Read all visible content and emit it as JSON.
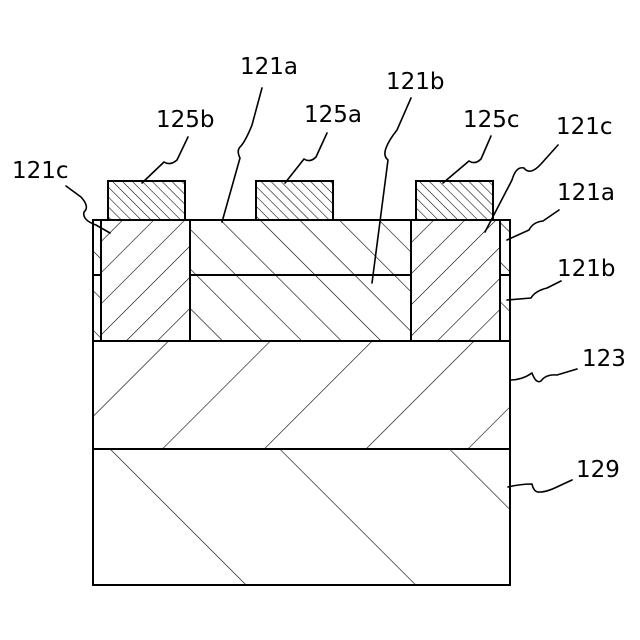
{
  "figure": {
    "labels": {
      "l_121a_top": "121a",
      "l_121b_top": "121b",
      "l_125b": "125b",
      "l_125a": "125a",
      "l_125c": "125c",
      "l_121c_right": "121c",
      "l_121c_left": "121c",
      "l_121a_right": "121a",
      "l_121b_right": "121b",
      "l_123": "123",
      "l_129": "129"
    }
  }
}
